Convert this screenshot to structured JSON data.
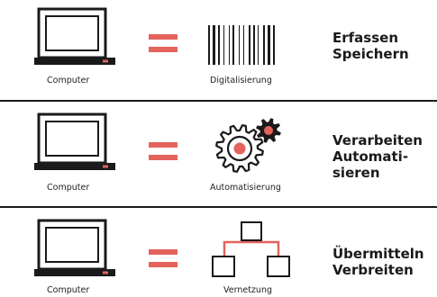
{
  "colors": {
    "accent": "#e4635c",
    "ink": "#1a1a1a"
  },
  "rows": [
    {
      "left_caption": "Computer",
      "icon": "barcode-icon",
      "right_caption": "Digitalisierung",
      "heading_lines": [
        "Erfassen",
        "Speichern"
      ]
    },
    {
      "left_caption": "Computer",
      "icon": "gears-icon",
      "right_caption": "Automatisierung",
      "heading_lines": [
        "Verarbeiten",
        "Automati-",
        "sieren"
      ]
    },
    {
      "left_caption": "Computer",
      "icon": "network-icon",
      "right_caption": "Vernetzung",
      "heading_lines": [
        "Übermitteln",
        "Verbreiten"
      ]
    }
  ]
}
